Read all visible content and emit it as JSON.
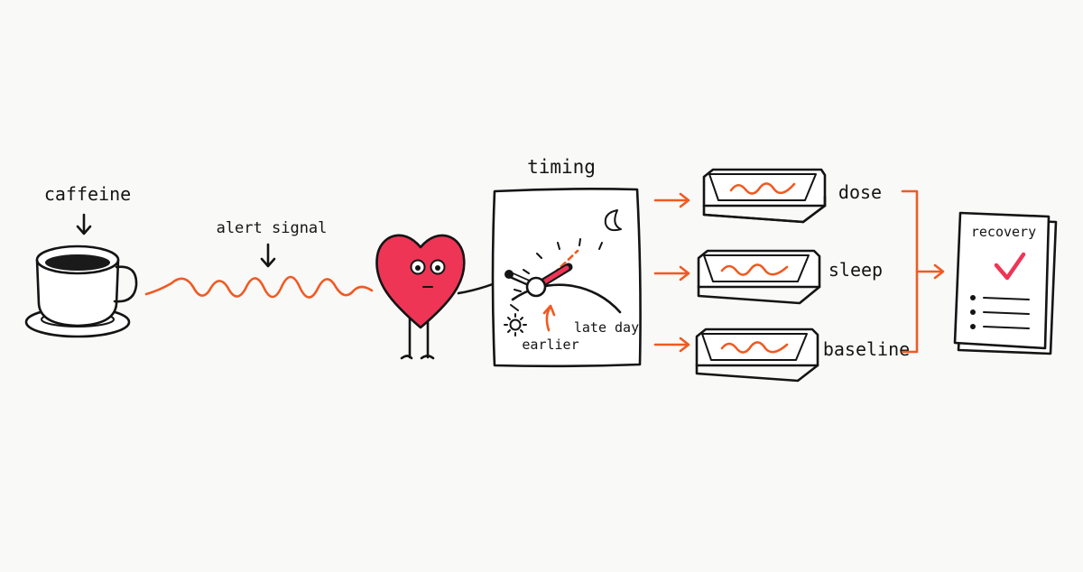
{
  "labels": {
    "caffeine": "caffeine",
    "alert_signal": "alert signal",
    "timing": "timing",
    "earlier": "earlier",
    "late_day": "late day",
    "dose": "dose",
    "sleep": "sleep",
    "baseline": "baseline",
    "recovery": "recovery"
  },
  "icons": {
    "cup": "coffee-cup-icon",
    "heart": "heart-character-icon",
    "dial": "timing-dial-icon",
    "sun": "sun-icon",
    "moon": "moon-icon",
    "tray": "tray-icon",
    "report": "recovery-report-icon",
    "check": "checkmark-icon"
  },
  "colors": {
    "ink": "#141414",
    "accent": "#f05a22",
    "heart": "#ee3556",
    "background": "#f9f9f8"
  }
}
